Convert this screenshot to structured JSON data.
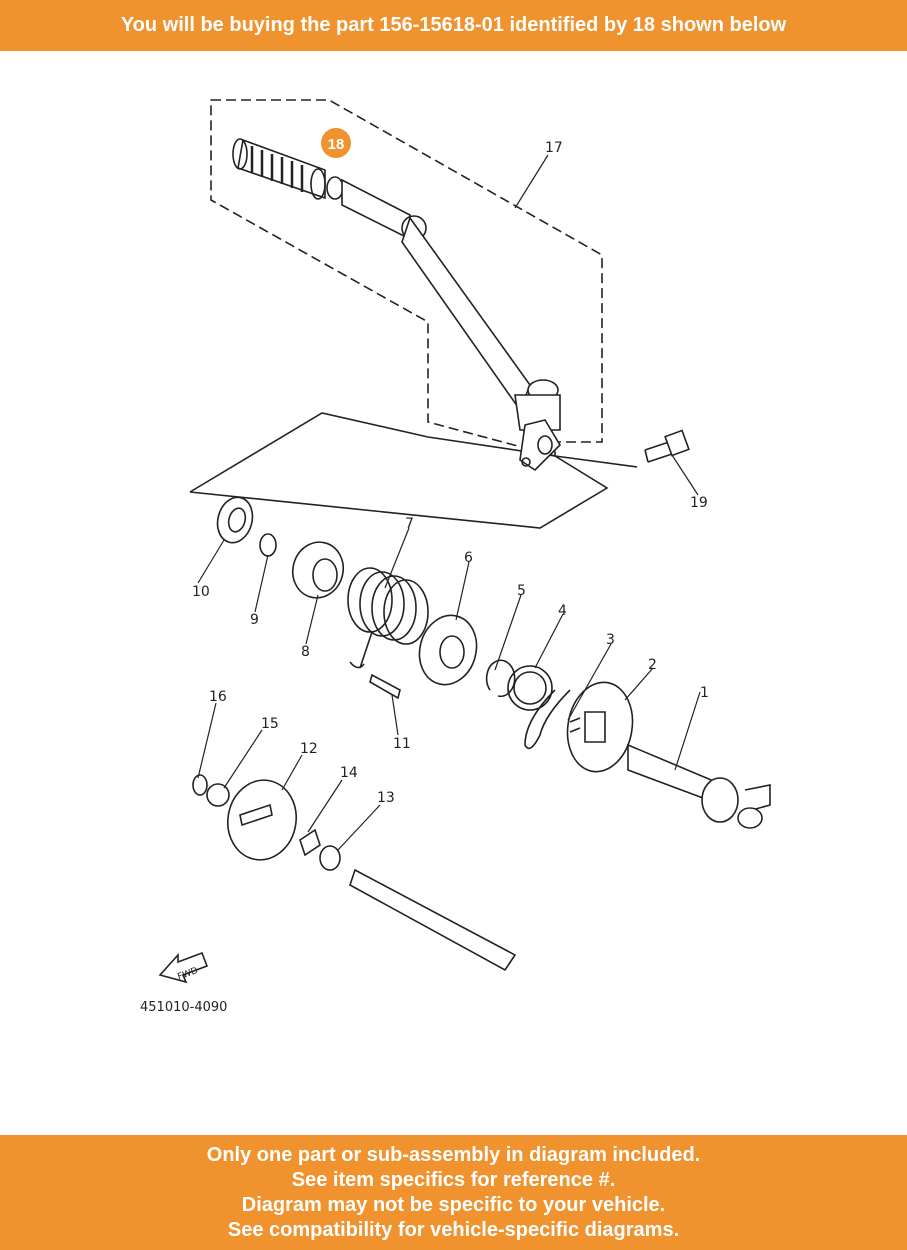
{
  "header": {
    "banner_text": "You will be buying the part 156-15618-01 identified by 18 shown below"
  },
  "diagram": {
    "highlight_callout": "18",
    "highlight_color": "#f0922e",
    "part_labels": [
      "1",
      "2",
      "3",
      "4",
      "5",
      "6",
      "7",
      "8",
      "9",
      "10",
      "11",
      "12",
      "13",
      "14",
      "15",
      "16",
      "17",
      "19"
    ],
    "drawing_number": "451010-4090",
    "fwd_label": "FWD"
  },
  "footer": {
    "lines": [
      "Only one part or sub-assembly in diagram included.",
      "See item specifics for reference #.",
      "Diagram may not be specific to your vehicle.",
      "See compatibility for vehicle-specific diagrams."
    ]
  }
}
